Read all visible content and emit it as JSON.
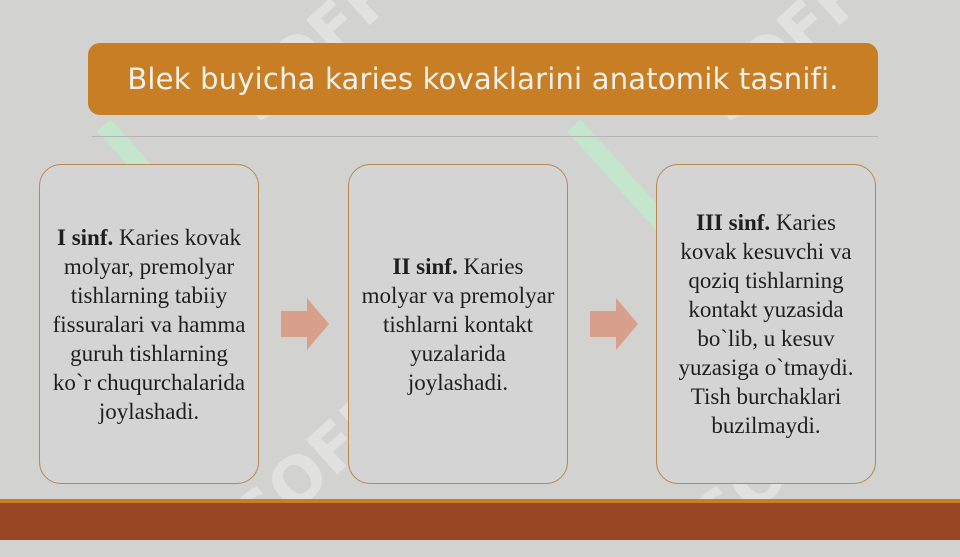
{
  "title": "Blek buyicha karies kovaklarini anatomik tasnifi.",
  "boxes": [
    {
      "heading": "I sinf.",
      "text": " Karies kovak molyar, premolyar tishlarning tabiiy fissuralari va hamma guruh tishlarning ko`r chuqurchalarida joylashadi."
    },
    {
      "heading": "II sinf.",
      "text": " Karies molyar va premolyar tishlarni kontakt yuzalarida joylashadi."
    },
    {
      "heading": "III sinf.",
      "text": " Karies kovak kesuvchi va qoziq tishlarning kontakt yuzasida bo`lib, u kesuv yuzasiga o`tmaydi. Tish burchaklari buzilmaydi."
    }
  ],
  "watermark": "SOFF",
  "colors": {
    "background": "#d2d2d0",
    "title_bar": "#c77e24",
    "footer": "#984624",
    "arrow": "#d8a08a",
    "box_border": "#b58a4c"
  }
}
